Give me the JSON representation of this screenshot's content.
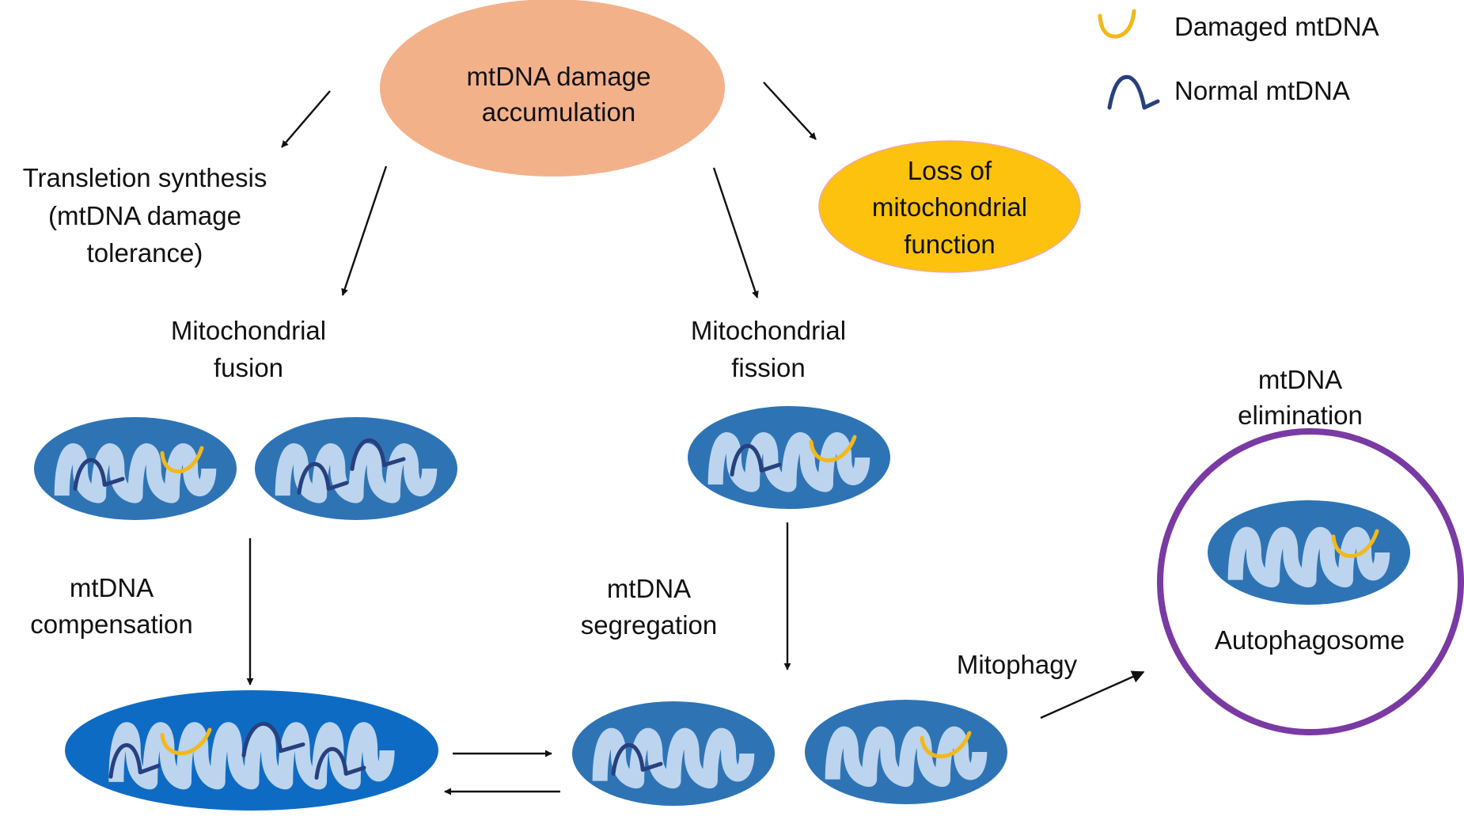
{
  "legend": {
    "damaged_label": "Damaged mtDNA",
    "normal_label": "Normal mtDNA",
    "damaged_icon": "yellow-wavy-strand-icon",
    "normal_icon": "blue-wavy-strand-icon"
  },
  "nodes": {
    "center_line1": "mtDNA damage",
    "center_line2": "accumulation",
    "loss_line1": "Loss of",
    "loss_line2": "mitochondrial",
    "loss_line3": "function",
    "tls_line1": "Transletion  synthesis",
    "tls_line2": "(mtDNA damage",
    "tls_line3": "tolerance)",
    "fusion_line1": "Mitochondrial",
    "fusion_line2": "fusion",
    "fission_line1": "Mitochondrial",
    "fission_line2": "fission",
    "compensation_line1": "mtDNA",
    "compensation_line2": "compensation",
    "segregation_line1": "mtDNA",
    "segregation_line2": "segregation",
    "mitophagy": "Mitophagy",
    "elimination_line1": "mtDNA",
    "elimination_line2": "elimination",
    "autophagosome": "Autophagosome"
  },
  "colors": {
    "center_node": "#f3b18a",
    "loss_node": "#fcc20e",
    "mitochondrion": "#2e74b5",
    "fused_mitochondrion": "#0e6bc4",
    "cristae": "#bcd4ee",
    "normal_mtdna": "#27407e",
    "damaged_mtdna": "#f3b81a",
    "autophagosome_ring": "#7a3aa3"
  }
}
